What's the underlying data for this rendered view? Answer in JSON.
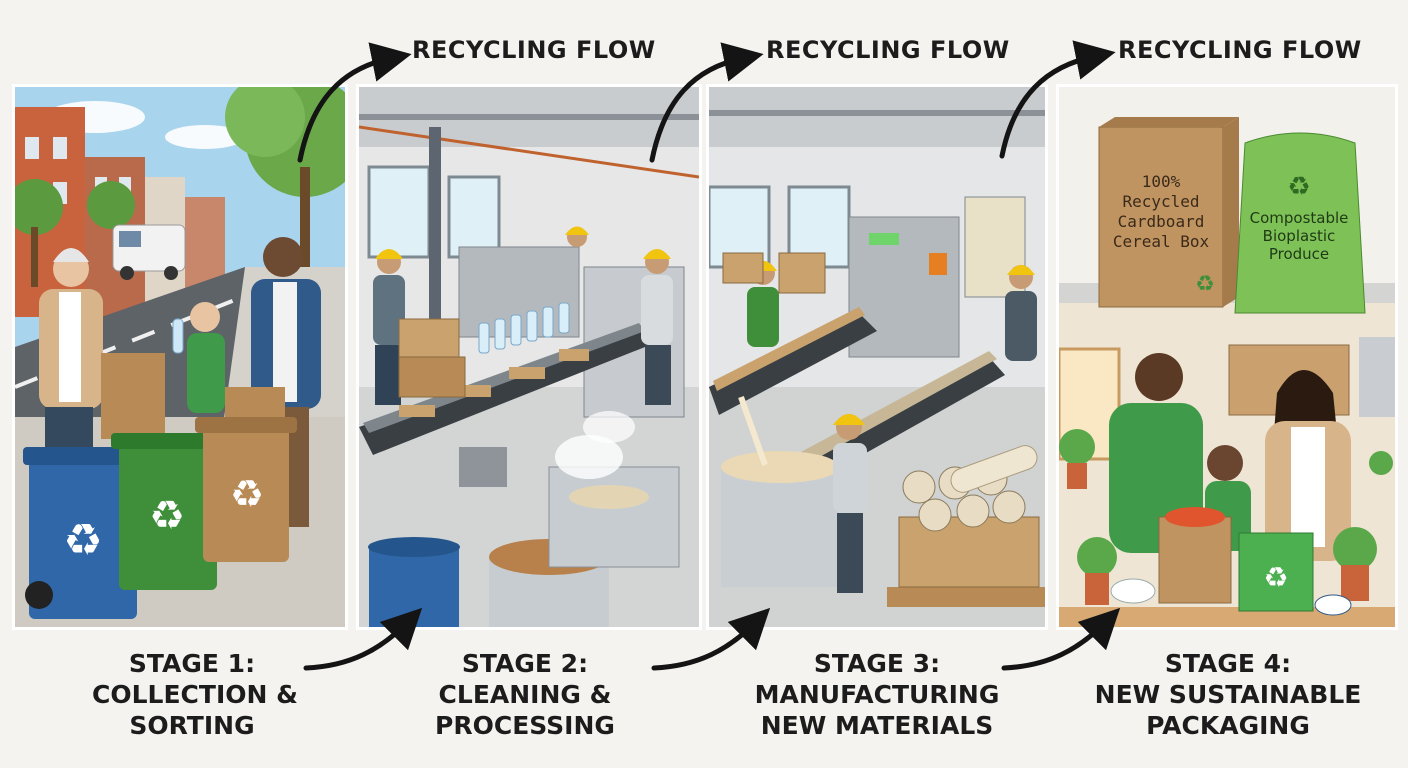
{
  "flow_label": "RECYCLING FLOW",
  "stages": [
    {
      "line1": "STAGE 1:",
      "line2": "COLLECTION &",
      "line3": "SORTING"
    },
    {
      "line1": "STAGE 2:",
      "line2": "CLEANING &",
      "line3": "PROCESSING"
    },
    {
      "line1": "STAGE 3:",
      "line2": "MANUFACTURING",
      "line3": "NEW MATERIALS"
    },
    {
      "line1": "STAGE 4:",
      "line2": "NEW SUSTAINABLE",
      "line3": "PACKAGING"
    }
  ],
  "products": {
    "cereal_box": {
      "line1": "100%",
      "line2": "Recycled",
      "line3": "Cardboard",
      "line4": "Cereal Box"
    },
    "produce_bag": {
      "line1": "Compostable",
      "line2": "Bioplastic",
      "line3": "Produce"
    }
  },
  "colors": {
    "bin_blue": "#2f67a8",
    "bin_green": "#3f8f3a",
    "bin_brown": "#b88a55",
    "arrow": "#141414",
    "sky": "#a9d4ee"
  }
}
